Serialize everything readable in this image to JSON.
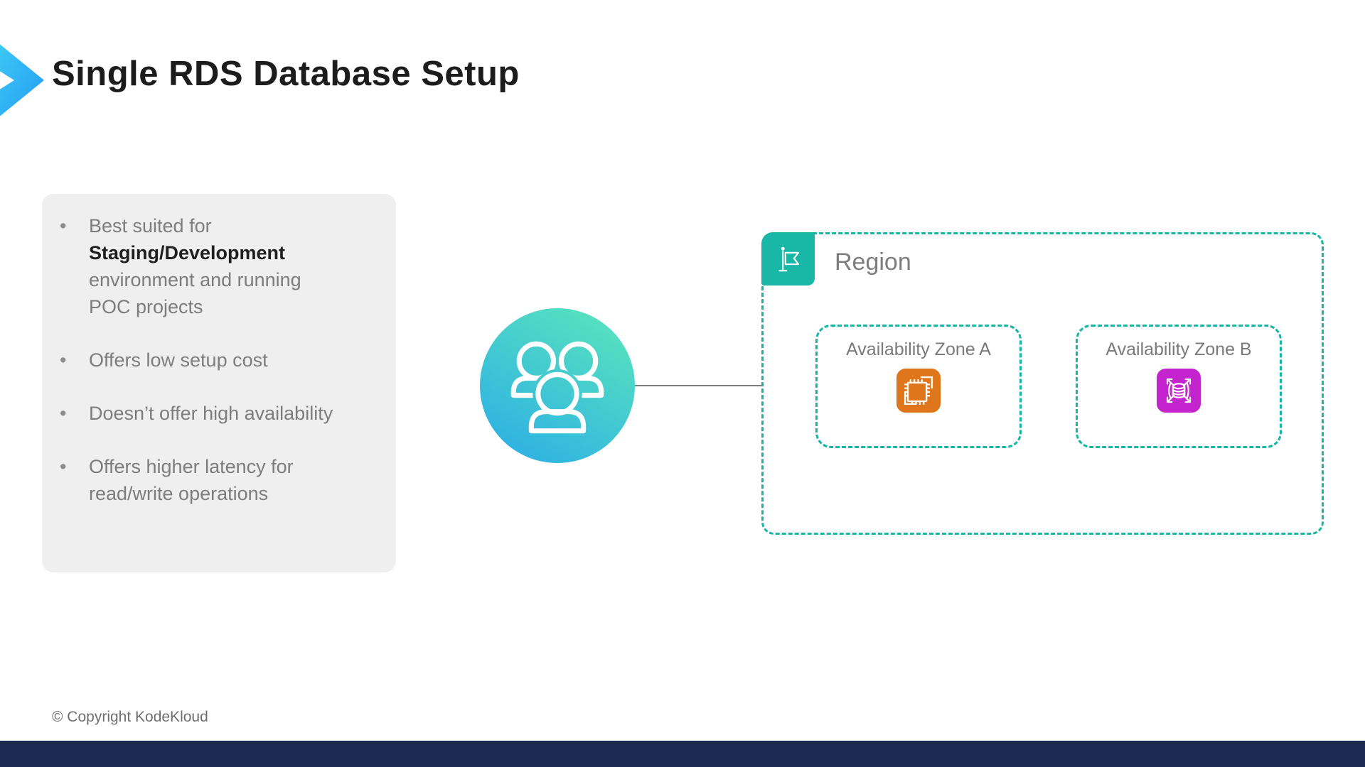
{
  "slide": {
    "title": "Single RDS Database Setup",
    "copyright": "© Copyright KodeKloud"
  },
  "info_box": {
    "bullet_glyph": "•",
    "bullets": {
      "0": {
        "prefix": "Best suited for ",
        "bold": "Staging/Development",
        "suffix": " environment and running POC projects"
      },
      "1": {
        "text": "Offers low setup cost"
      },
      "2": {
        "text": "Doesn’t offer high availability"
      },
      "3": {
        "text": "Offers higher latency for read/write operations"
      }
    }
  },
  "diagram": {
    "region_label": "Region",
    "zone_a_label": "Availability Zone A",
    "zone_b_label": "Availability Zone B",
    "icons": {
      "users": "users-group-icon",
      "region": "flag-icon",
      "zone_a": "ec2-instance-icon",
      "zone_b": "rds-database-icon"
    }
  },
  "colors": {
    "teal": "#19b7a5",
    "orange": "#e0761b",
    "magenta": "#c324ce",
    "title_text": "#1c1c1c",
    "body_text": "#7d7d7d",
    "box_bg": "#efefef",
    "bottom_bar": "#1c2a52",
    "arrow_gradient_start": "#47dcf5",
    "arrow_gradient_end": "#2196f3",
    "users_gradient_start": "#56e0c0",
    "users_gradient_end": "#2fb3e2"
  }
}
